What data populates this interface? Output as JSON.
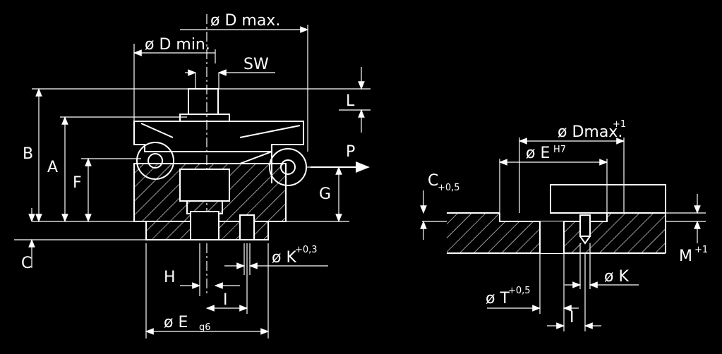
{
  "left_view": {
    "d_max": "ø D max.",
    "d_min": "ø D min.",
    "sw": "SW",
    "l": "L",
    "b": "B",
    "a": "A",
    "f": "F",
    "g": "G",
    "p": "P",
    "c": "C",
    "h": "H",
    "i": "I",
    "k": "ø K",
    "k_tol": "+0,3",
    "e": "ø E",
    "e_tol": "g6"
  },
  "right_view": {
    "d_max": "ø Dmax.",
    "d_max_tol": "+1",
    "e": "ø E",
    "e_tol": "H7",
    "c": "C",
    "c_tol": "+0,5",
    "m": "M",
    "m_tol": "+1",
    "k": "ø K",
    "t": "ø T",
    "t_tol": "+0,5",
    "i": "I"
  }
}
